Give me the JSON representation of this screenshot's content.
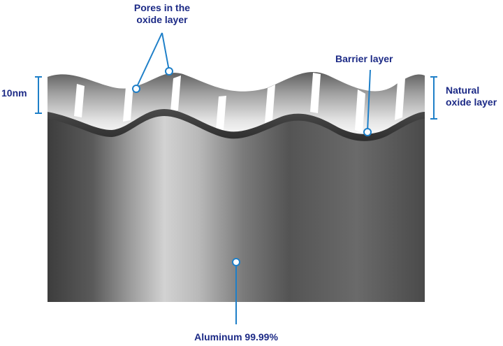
{
  "labels": {
    "pores_line1": "Pores in the",
    "pores_line2": "oxide layer",
    "barrier": "Barrier layer",
    "natural_line1": "Natural",
    "natural_line2": "oxide layer",
    "thickness": "10nm",
    "aluminum": "Aluminum 99.99%"
  },
  "colors": {
    "label_text": "#1c2a86",
    "callout": "#1e7fc8"
  }
}
